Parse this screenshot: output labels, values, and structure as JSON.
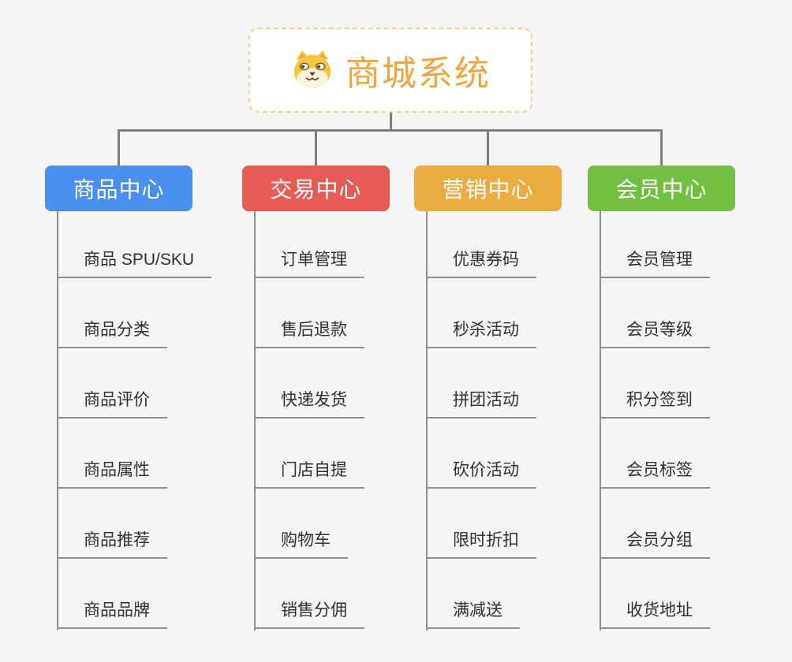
{
  "root": {
    "title": "商城系统",
    "icon": "dog-face-icon"
  },
  "colors": {
    "background": "#f5f5f6",
    "connector": "#7d7d7d",
    "underline": "#8f8f8f",
    "root_border": "#f3cf93",
    "root_text": "#f0a63c",
    "child_text": "#303030"
  },
  "branches": [
    {
      "label": "商品中心",
      "color": "#4a8ef0",
      "children": [
        "商品 SPU/SKU",
        "商品分类",
        "商品评价",
        "商品属性",
        "商品推荐",
        "商品品牌"
      ]
    },
    {
      "label": "交易中心",
      "color": "#e65c55",
      "children": [
        "订单管理",
        "售后退款",
        "快递发货",
        "门店自提",
        "购物车",
        "销售分佣"
      ]
    },
    {
      "label": "营销中心",
      "color": "#ecab40",
      "children": [
        "优惠券码",
        "秒杀活动",
        "拼团活动",
        "砍价活动",
        "限时折扣",
        "满减送"
      ]
    },
    {
      "label": "会员中心",
      "color": "#71c041",
      "children": [
        "会员管理",
        "会员等级",
        "积分签到",
        "会员标签",
        "会员分组",
        "收货地址"
      ]
    }
  ]
}
